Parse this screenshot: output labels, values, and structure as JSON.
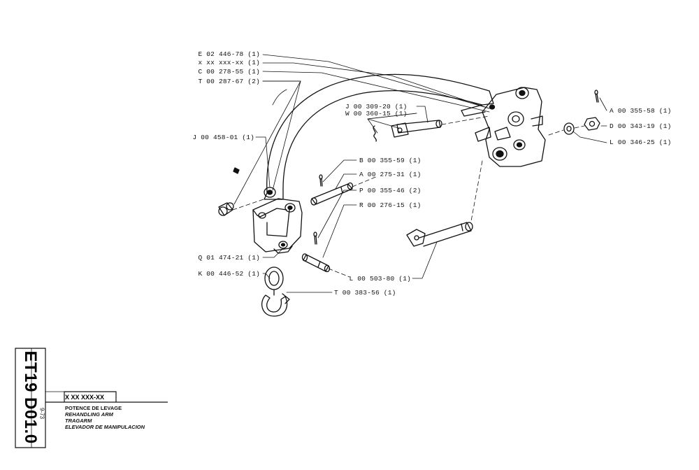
{
  "callouts": {
    "e_02446_78": "E 02 446-78 (1)",
    "x_xx_xxx": "x xx xxx-xx (1)",
    "c_00278_55": "C 00 278-55 (1)",
    "t_00287_67": "T 00 287-67 (2)",
    "j_00309_20": "J 00 309-20 (1)",
    "w_00360_15": "W 00 360-15 (1)",
    "a_00355_58": "A 00 355-58 (1)",
    "d_00343_19": "D 00 343-19 (1)",
    "l_00346_25": "L 00 346-25 (1)",
    "j_00458_01": "J 00 458-01 (1)",
    "b_00355_59": "B 00 355-59 (1)",
    "a_00275_31": "A 00 275-31 (1)",
    "p_00355_46": "P 00 355-46 (2)",
    "r_00276_15": "R 00 276-15 (1)",
    "q_01474_21": "Q 01 474-21 (1)",
    "k_00446_52": "K 00 446-52 (1)",
    "l_00503_80": "L 00 503-80 (1)",
    "t_00383_56": "T 00 383-56 (1)"
  },
  "title_block": {
    "reference": "ET19 D01.0",
    "date_code": "9-73",
    "part_number": "X XX XXX-XX",
    "title_fr": "POTENCE DE LEVAGE",
    "title_en": "REHANDLING ARM",
    "title_de": "TRAGARM",
    "title_es": "ELEVADOR DE MANIPULACION"
  }
}
